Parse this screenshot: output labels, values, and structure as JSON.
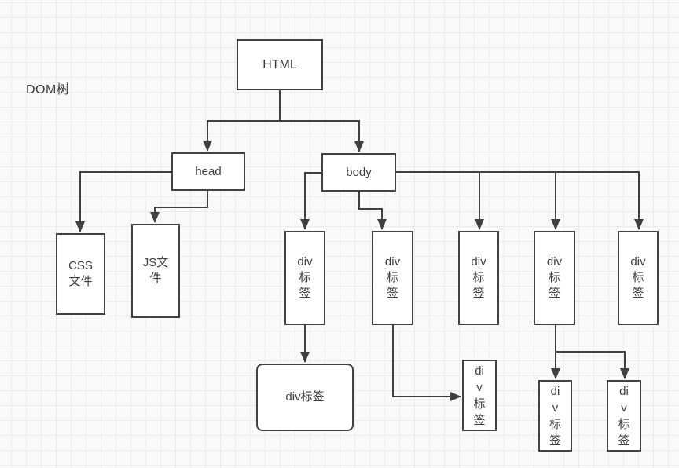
{
  "diagram": {
    "title": "DOM树",
    "nodes": {
      "html": "HTML",
      "head": "head",
      "body": "body",
      "css_file": "CSS\n文件",
      "js_file": "JS文\n件",
      "div_tag_1": "div\n标\n签",
      "div_tag_2": "div\n标\n签",
      "div_tag_3": "div\n标\n签",
      "div_tag_4": "div\n标\n签",
      "div_tag_5": "div\n标\n签",
      "div_child_main": "div标签",
      "div_sub_1": "di\nv\n标\n签",
      "div_sub_2": "di\nv\n标\n签",
      "div_sub_3": "di\nv\n标\n签"
    },
    "edges": [
      {
        "from": "html",
        "to": "head"
      },
      {
        "from": "html",
        "to": "body"
      },
      {
        "from": "head",
        "to": "css_file"
      },
      {
        "from": "head",
        "to": "js_file"
      },
      {
        "from": "body",
        "to": "div_tag_1"
      },
      {
        "from": "body",
        "to": "div_tag_2"
      },
      {
        "from": "body",
        "to": "div_tag_3"
      },
      {
        "from": "body",
        "to": "div_tag_4"
      },
      {
        "from": "body",
        "to": "div_tag_5"
      },
      {
        "from": "div_tag_1",
        "to": "div_child_main"
      },
      {
        "from": "div_tag_2",
        "to": "div_sub_1"
      },
      {
        "from": "div_tag_4",
        "to": "div_sub_2"
      },
      {
        "from": "div_tag_4",
        "to": "div_sub_3"
      }
    ],
    "colors": {
      "line": "#404040",
      "node_border": "#424242",
      "node_background": "#ffffff",
      "text": "#3d3d3d",
      "canvas_background": "#f9f9f9",
      "grid_line": "#ececec"
    }
  }
}
